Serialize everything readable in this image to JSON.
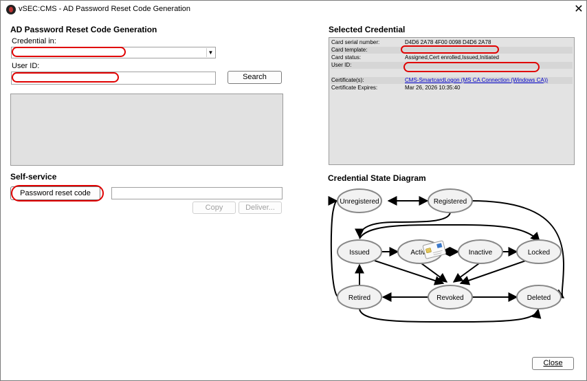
{
  "window": {
    "title": "vSEC:CMS - AD Password Reset Code Generation",
    "close_glyph": "✕"
  },
  "left": {
    "heading": "AD Password Reset Code Generation",
    "credential_label": "Credential in:",
    "credential_value": "",
    "userid_label": "User ID:",
    "userid_value": "",
    "search_label": "Search"
  },
  "selfservice": {
    "heading": "Self-service",
    "reset_code_label": "Password reset code",
    "reset_code_value": "",
    "copy_label": "Copy",
    "deliver_label": "Deliver..."
  },
  "selected": {
    "heading": "Selected Credential",
    "rows": [
      {
        "key": "Card serial number:",
        "value": "D4D6 2A78 4F00 0098 D4D6 2A78"
      },
      {
        "key": "Card template:",
        "value": ""
      },
      {
        "key": "Card status:",
        "value": "Assigned,Cert enrolled,Issued,Initiated"
      },
      {
        "key": "User ID:",
        "value": ""
      },
      {
        "key": "",
        "value": ""
      },
      {
        "key": "Certificate(s):",
        "value": "CMS-SmartcardLogon (MS CA Connection (Windows CA))"
      },
      {
        "key": "Certificate Expires:",
        "value": "Mar 26, 2026 10:35:40"
      }
    ]
  },
  "diagram": {
    "heading": "Credential State Diagram",
    "states": {
      "unregistered": "Unregistered",
      "registered": "Registered",
      "issued": "Issued",
      "active": "Active",
      "inactive": "Inactive",
      "locked": "Locked",
      "retired": "Retired",
      "revoked": "Revoked",
      "deleted": "Deleted"
    },
    "card_icon": "smartcard-icon"
  },
  "footer": {
    "close_label": "Close"
  },
  "colors": {
    "annotation_red": "#e00000",
    "link_blue": "#0000cc",
    "panel_gray": "#e1e1e1"
  }
}
